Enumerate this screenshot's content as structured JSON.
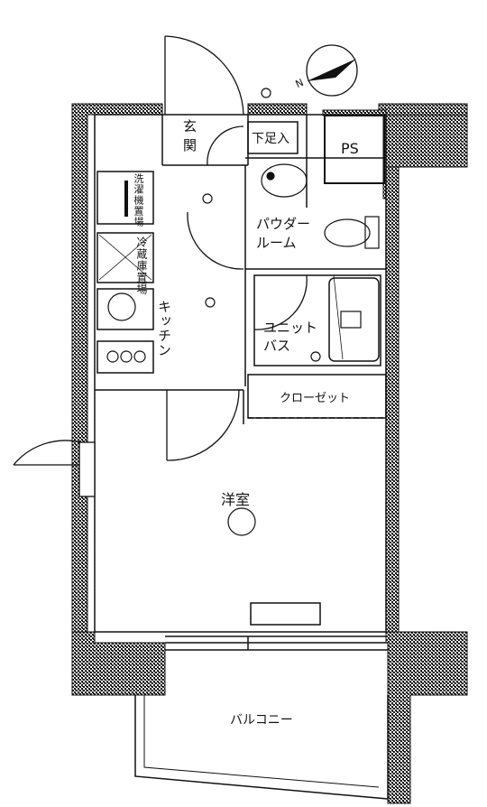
{
  "rooms": {
    "entrance": "玄関",
    "shoe_box": "下足入",
    "ps": "PS",
    "washer": "洗濯機置場",
    "fridge": "冷蔵庫置場",
    "powder_room": "パウダールーム",
    "kitchen": "キッチン",
    "unit_bath": "ユニットバス",
    "closet": "クローゼット",
    "western_room": "洋室",
    "balcony": "バルコニー"
  },
  "compass": {
    "north_label": "N"
  },
  "colors": {
    "wall_fill": "#1a1a1a",
    "line": "#111111",
    "background": "#ffffff"
  }
}
